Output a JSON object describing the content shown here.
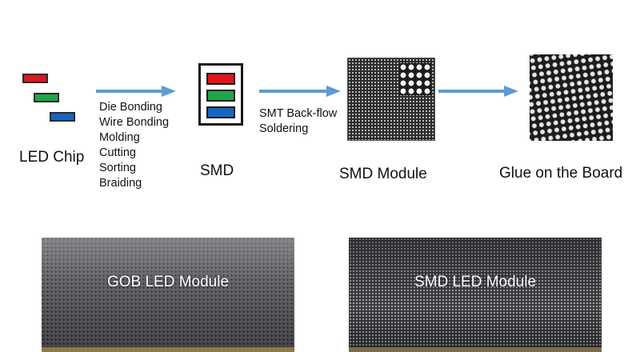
{
  "flow": {
    "led_chip": {
      "label": "LED Chip"
    },
    "process_steps": [
      "Die Bonding",
      "Wire Bonding",
      "Molding",
      "Cutting",
      "Sorting",
      "Braiding"
    ],
    "smd": {
      "label": "SMD"
    },
    "smt_step": [
      "SMT Back-flow",
      "Soldering"
    ],
    "smd_module": {
      "label": "SMD Module"
    },
    "glue": {
      "label": "Glue on the Board"
    }
  },
  "modules": {
    "gob": {
      "label": "GOB LED Module"
    },
    "smd": {
      "label": "SMD LED Module"
    }
  },
  "colors": {
    "chip_red": "#e0161d",
    "chip_green": "#1fa54a",
    "chip_blue": "#1565c0",
    "arrow": "#5b9bd5"
  },
  "icons": {
    "arrow": "right-arrow-icon"
  }
}
